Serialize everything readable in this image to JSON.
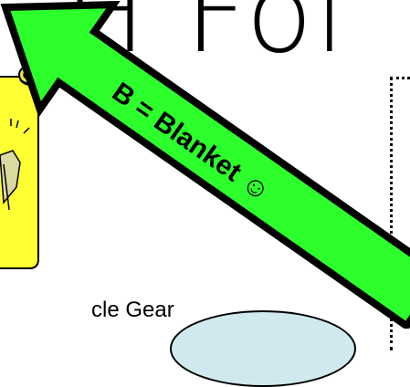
{
  "headline_partial": "H Fol",
  "arrow": {
    "label": "B = Blanket ☺",
    "fill_color": "#2dff2d",
    "outline_color": "#000000"
  },
  "scroll_note": {
    "fill_color": "#ffff33",
    "icon": "scroll-with-candle-icon"
  },
  "bottom_text": "cle Gear"
}
